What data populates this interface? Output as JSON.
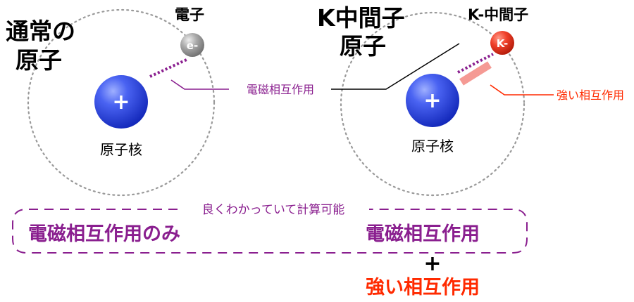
{
  "left_atom": {
    "title_line1": "通常の",
    "title_line2": "原子",
    "particle_label": "電子",
    "particle_symbol": "e-",
    "nucleus_symbol": "+",
    "nucleus_label": "原子核"
  },
  "right_atom": {
    "title_line1": "K中間子",
    "title_line2": "原子",
    "particle_label": "K-中間子",
    "particle_symbol": "K-",
    "nucleus_symbol": "+",
    "nucleus_label": "原子核",
    "strong_label": "強い相互作用"
  },
  "shared_em_label": "電磁相互作用",
  "summary": {
    "box_label": "良くわかっていて計算可能",
    "left_text": "電磁相互作用のみ",
    "right_text": "電磁相互作用",
    "plus": "+",
    "strong_text": "強い相互作用"
  },
  "colors": {
    "em": "#8a1f8f",
    "strong": "#ff2a00",
    "strong_bar": "#f59a94",
    "nucleus": "#2d46e6",
    "kaon": "#e8321e",
    "electron": "#9a9a9a",
    "orbit": "#9a9a9a"
  }
}
